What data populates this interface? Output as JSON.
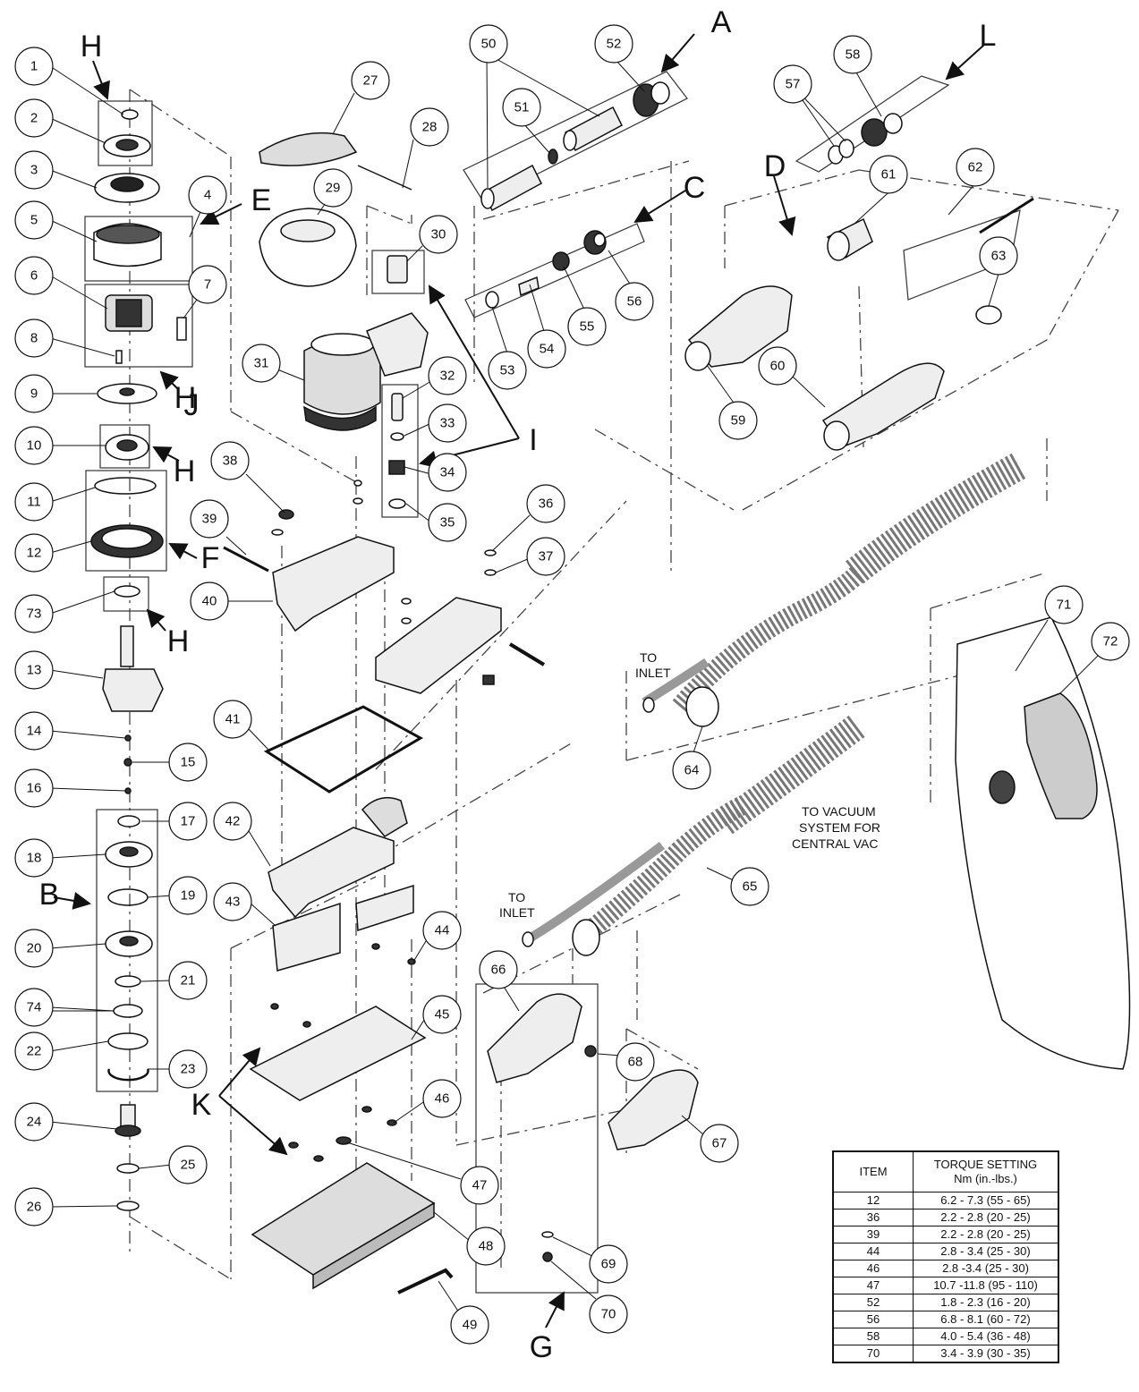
{
  "groups": [
    "A",
    "B",
    "C",
    "D",
    "E",
    "F",
    "G",
    "H",
    "I",
    "J",
    "K",
    "L"
  ],
  "callouts": [
    "1",
    "2",
    "3",
    "4",
    "5",
    "6",
    "7",
    "8",
    "9",
    "10",
    "11",
    "12",
    "13",
    "14",
    "15",
    "16",
    "17",
    "18",
    "19",
    "20",
    "21",
    "22",
    "23",
    "24",
    "25",
    "26",
    "27",
    "28",
    "29",
    "30",
    "31",
    "32",
    "33",
    "34",
    "35",
    "36",
    "37",
    "38",
    "39",
    "40",
    "41",
    "42",
    "43",
    "44",
    "45",
    "46",
    "47",
    "48",
    "49",
    "50",
    "51",
    "52",
    "53",
    "54",
    "55",
    "56",
    "57",
    "58",
    "59",
    "60",
    "61",
    "62",
    "63",
    "64",
    "65",
    "66",
    "67",
    "68",
    "69",
    "70",
    "71",
    "72",
    "73",
    "74"
  ],
  "notes": {
    "to_inlet_1": [
      "TO",
      "INLET"
    ],
    "to_inlet_2": [
      "TO",
      "INLET"
    ],
    "to_vacuum": [
      "TO VACUUM",
      "SYSTEM FOR",
      "CENTRAL VAC"
    ]
  },
  "table": {
    "header_item": "ITEM",
    "header_torque_1": "TORQUE SETTING",
    "header_torque_2": "Nm (in.-lbs.)",
    "rows": [
      {
        "item": "12",
        "torque": "6.2 - 7.3 (55 - 65)"
      },
      {
        "item": "36",
        "torque": "2.2 - 2.8 (20 - 25)"
      },
      {
        "item": "39",
        "torque": "2.2 - 2.8 (20 - 25)"
      },
      {
        "item": "44",
        "torque": "2.8 - 3.4 (25 - 30)"
      },
      {
        "item": "46",
        "torque": "2.8 -3.4 (25 - 30)"
      },
      {
        "item": "47",
        "torque": "10.7 -11.8 (95 - 110)"
      },
      {
        "item": "52",
        "torque": "1.8 - 2.3 (16 - 20)"
      },
      {
        "item": "56",
        "torque": "6.8 - 8.1 (60 - 72)"
      },
      {
        "item": "58",
        "torque": "4.0 - 5.4 (36 - 48)"
      },
      {
        "item": "70",
        "torque": "3.4 - 3.9 (30 - 35)"
      }
    ]
  }
}
